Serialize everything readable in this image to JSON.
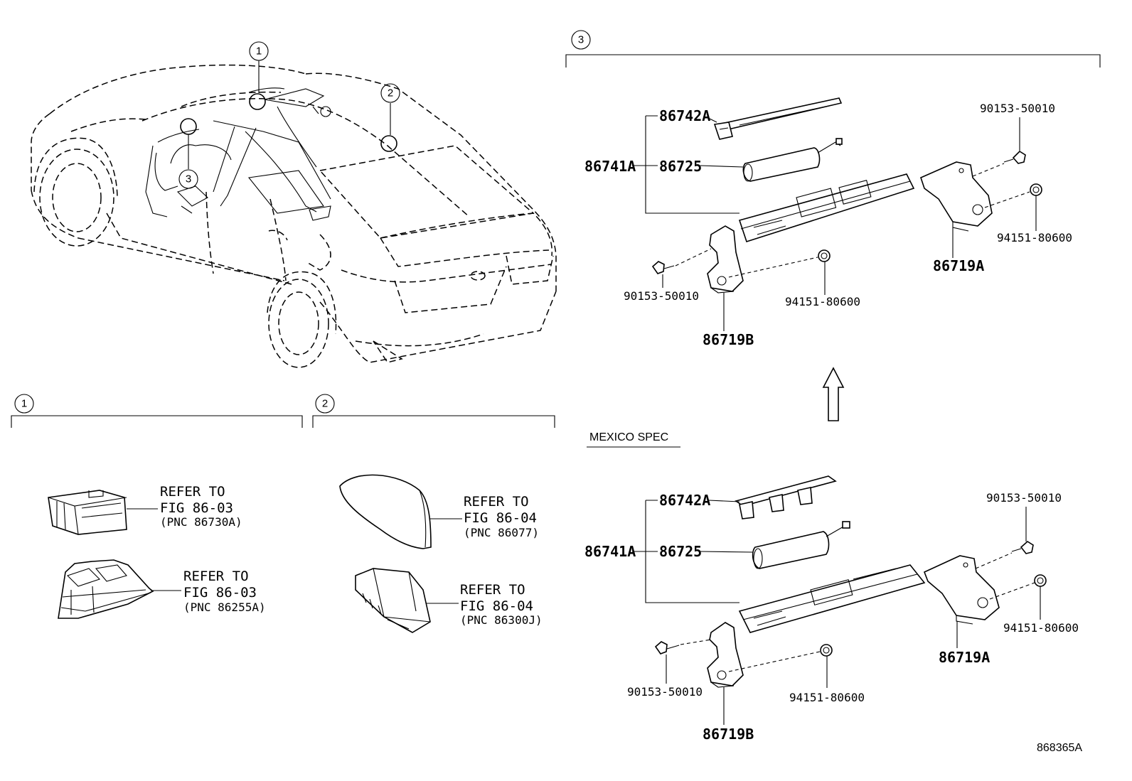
{
  "callouts": {
    "c1": "1",
    "c2": "2",
    "c3": "3"
  },
  "section1": {
    "refA": {
      "line1": "REFER TO",
      "line2": "FIG 86-03",
      "line3": "(PNC 86730A)"
    },
    "refB": {
      "line1": "REFER TO",
      "line2": "FIG 86-03",
      "line3": "(PNC 86255A)"
    }
  },
  "section2": {
    "refA": {
      "line1": "REFER TO",
      "line2": "FIG 86-04",
      "line3": "(PNC 86077)"
    },
    "refB": {
      "line1": "REFER TO",
      "line2": "FIG 86-04",
      "line3": "(PNC 86300J)"
    }
  },
  "section3": {
    "top": {
      "p86742A": "86742A",
      "p86741A": "86741A",
      "p86725": "86725",
      "bolt_right": "90153-50010",
      "nut_right": "94151-80600",
      "bracket_right": "86719A",
      "bolt_left": "90153-50010",
      "nut_left": "94151-80600",
      "bracket_left": "86719B"
    },
    "variant_label": "MEXICO SPEC",
    "bottom": {
      "p86742A": "86742A",
      "p86741A": "86741A",
      "p86725": "86725",
      "bolt_right": "90153-50010",
      "nut_right": "94151-80600",
      "bracket_right": "86719A",
      "bolt_left": "90153-50010",
      "nut_left": "94151-80600",
      "bracket_left": "86719B"
    }
  },
  "figure_id": "868365A"
}
